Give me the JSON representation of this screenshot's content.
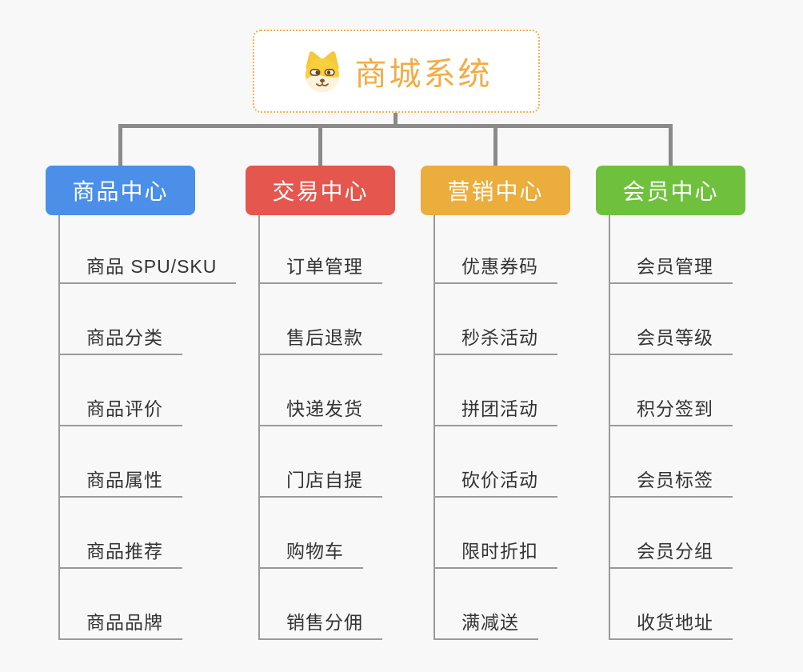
{
  "page": {
    "background_color": "#f8f8f8",
    "connector_color": "#8a8a8a",
    "child_line_color": "#9a9a9a"
  },
  "root": {
    "title": "商城系统",
    "icon": "dog-face-icon",
    "text_color": "#F2AC45",
    "border_color": "#F5B04A"
  },
  "branches": [
    {
      "label": "商品中心",
      "color": "#4B8FE8",
      "children": [
        "商品 SPU/SKU",
        "商品分类",
        "商品评价",
        "商品属性",
        "商品推荐",
        "商品品牌"
      ]
    },
    {
      "label": "交易中心",
      "color": "#E5574E",
      "children": [
        "订单管理",
        "售后退款",
        "快递发货",
        "门店自提",
        "购物车",
        "销售分佣"
      ]
    },
    {
      "label": "营销中心",
      "color": "#EBAD3C",
      "children": [
        "优惠券码",
        "秒杀活动",
        "拼团活动",
        "砍价活动",
        "限时折扣",
        "满减送"
      ]
    },
    {
      "label": "会员中心",
      "color": "#6FC13D",
      "children": [
        "会员管理",
        "会员等级",
        "积分签到",
        "会员标签",
        "会员分组",
        "收货地址"
      ]
    }
  ]
}
